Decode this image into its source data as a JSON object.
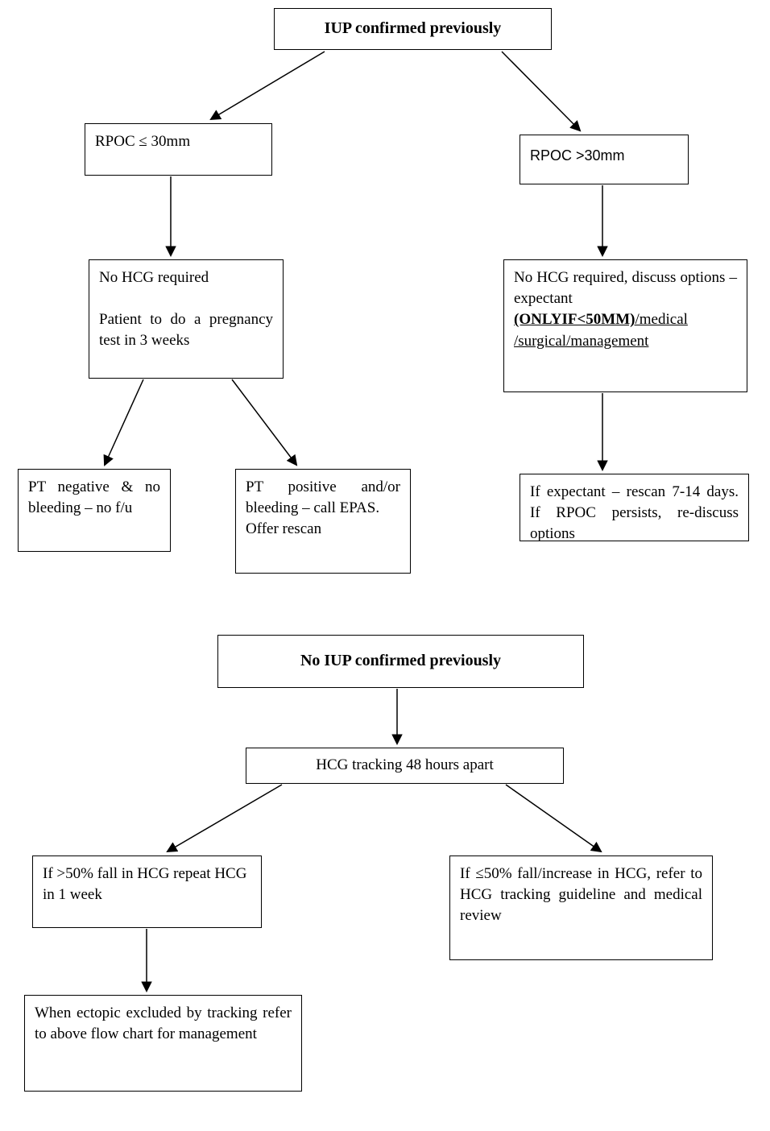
{
  "chart1": {
    "title": "IUP confirmed previously",
    "rpoc_small": "RPOC ≤ 30mm",
    "rpoc_large": "RPOC >30mm",
    "no_hcg_line1": "No HCG required",
    "no_hcg_line2": "Patient to do a pregnancy test in 3 weeks",
    "discuss_pre": "No HCG required, discuss options – expectant ",
    "discuss_bold": "(ONLYIF<50MM)",
    "discuss_under": "/medical /surgical/management",
    "pt_negative": "PT negative & no bleeding – no f/u",
    "pt_positive_line1": "PT positive and/or bleeding – call EPAS.",
    "pt_positive_line2": "Offer rescan",
    "expectant": "If expectant – rescan 7-14 days. If RPOC persists, re-discuss options"
  },
  "chart2": {
    "title": "No IUP confirmed previously",
    "hcg_tracking": "HCG tracking 48 hours apart",
    "fall_gt50": "If >50% fall in HCG repeat HCG in 1 week",
    "fall_le50": "If ≤50% fall/increase in HCG, refer to HCG tracking guideline and medical review",
    "ectopic": "When ectopic excluded by tracking refer to above flow chart for management"
  }
}
